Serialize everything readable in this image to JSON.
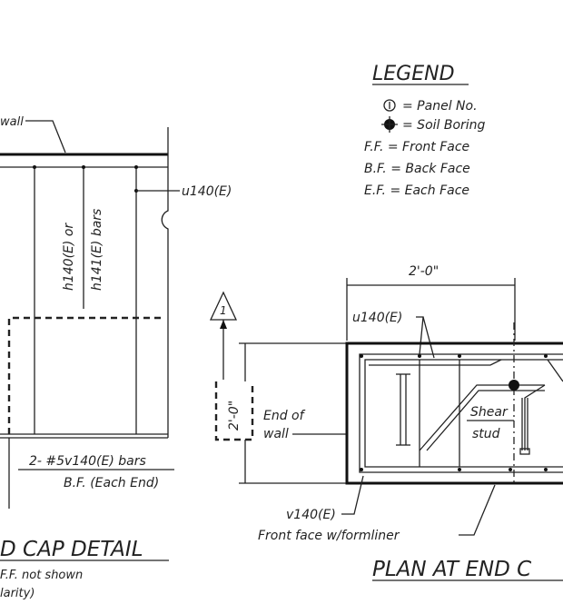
{
  "legend": {
    "title": "LEGEND",
    "panel_no": "= Panel No.",
    "soil_boring": "= Soil Boring",
    "ff": "F.F. = Front Face",
    "bf": "B.F. = Back Face",
    "ef": "E.F. = Each Face"
  },
  "left_detail": {
    "wall_label": "wall",
    "u140_label": "u140(E)",
    "vertical_bars_line1": "h140(E) or",
    "vertical_bars_line2": "h141(E) bars",
    "bars_label": "2- #5v140(E) bars",
    "bf_label": "B.F. (Each End)",
    "title": "D CAP DETAIL",
    "note_line1": "F.F. not shown",
    "note_line2": "larity)"
  },
  "plan": {
    "dimension_width": "2'-0\"",
    "u140_label": "u140(E)",
    "section_marker": "1",
    "dimension_depth": "2'-0\"",
    "end_of_wall_line1": "End of",
    "end_of_wall_line2": "wall",
    "shear_stud_line1": "Shear",
    "shear_stud_line2": "stud",
    "v140_label": "v140(E)",
    "front_face_label": "Front face w/formliner",
    "title": "PLAN AT END C"
  }
}
